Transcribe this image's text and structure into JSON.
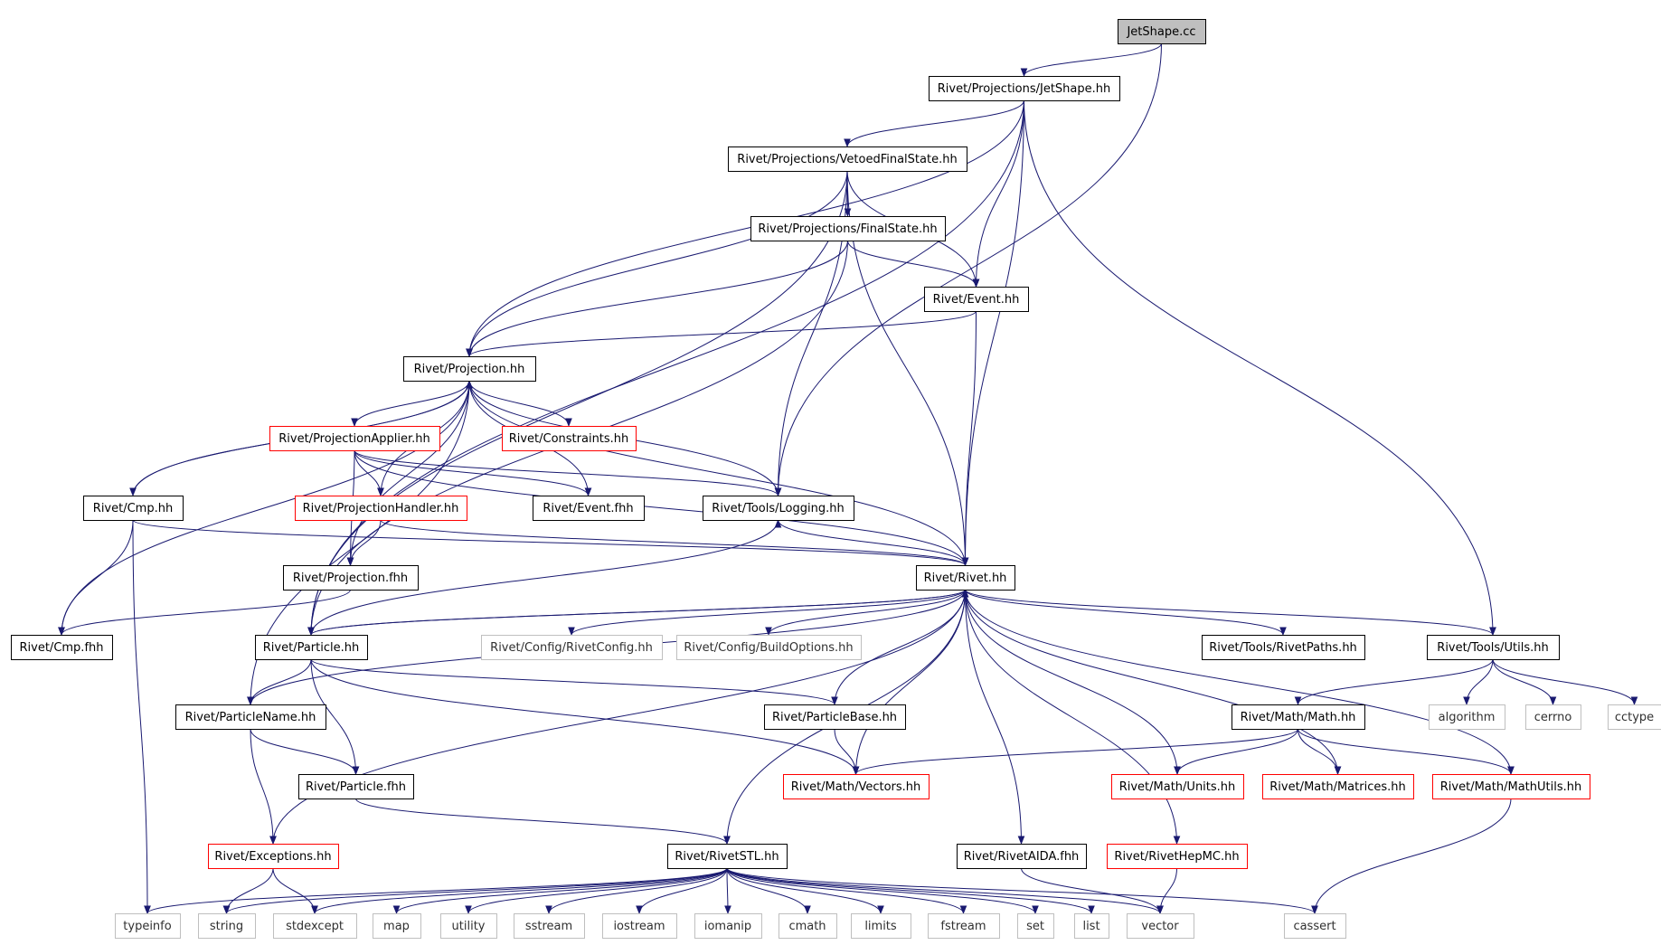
{
  "colors": {
    "edge": "#191970",
    "border_default": "#000000",
    "border_missing": "#ff0000",
    "border_system": "#bfbfbf",
    "root_fill": "#bfbfbf",
    "fill": "#ffffff"
  },
  "nodes": [
    {
      "id": "jetshape_cc",
      "label": "JetShape.cc",
      "kind": "root"
    },
    {
      "id": "proj_jetshape",
      "label": "Rivet/Projections/JetShape.hh",
      "kind": "default"
    },
    {
      "id": "proj_vetoed",
      "label": "Rivet/Projections/VetoedFinalState.hh",
      "kind": "default"
    },
    {
      "id": "proj_finalstate",
      "label": "Rivet/Projections/FinalState.hh",
      "kind": "default"
    },
    {
      "id": "event_hh",
      "label": "Rivet/Event.hh",
      "kind": "default"
    },
    {
      "id": "projection_hh",
      "label": "Rivet/Projection.hh",
      "kind": "default"
    },
    {
      "id": "projapplier",
      "label": "Rivet/ProjectionApplier.hh",
      "kind": "missing"
    },
    {
      "id": "constraints",
      "label": "Rivet/Constraints.hh",
      "kind": "missing"
    },
    {
      "id": "cmp_hh",
      "label": "Rivet/Cmp.hh",
      "kind": "default"
    },
    {
      "id": "projhandler",
      "label": "Rivet/ProjectionHandler.hh",
      "kind": "missing"
    },
    {
      "id": "event_fhh",
      "label": "Rivet/Event.fhh",
      "kind": "default"
    },
    {
      "id": "logging",
      "label": "Rivet/Tools/Logging.hh",
      "kind": "default"
    },
    {
      "id": "projection_fhh",
      "label": "Rivet/Projection.fhh",
      "kind": "default"
    },
    {
      "id": "rivet_hh",
      "label": "Rivet/Rivet.hh",
      "kind": "default"
    },
    {
      "id": "cmp_fhh",
      "label": "Rivet/Cmp.fhh",
      "kind": "default"
    },
    {
      "id": "particle_hh",
      "label": "Rivet/Particle.hh",
      "kind": "default"
    },
    {
      "id": "rivetconfig",
      "label": "Rivet/Config/RivetConfig.hh",
      "kind": "system"
    },
    {
      "id": "buildoptions",
      "label": "Rivet/Config/BuildOptions.hh",
      "kind": "system"
    },
    {
      "id": "rivetpaths",
      "label": "Rivet/Tools/RivetPaths.hh",
      "kind": "default"
    },
    {
      "id": "utils",
      "label": "Rivet/Tools/Utils.hh",
      "kind": "default"
    },
    {
      "id": "particlename",
      "label": "Rivet/ParticleName.hh",
      "kind": "default"
    },
    {
      "id": "particlebase",
      "label": "Rivet/ParticleBase.hh",
      "kind": "default"
    },
    {
      "id": "math_hh",
      "label": "Rivet/Math/Math.hh",
      "kind": "default"
    },
    {
      "id": "algorithm",
      "label": "algorithm",
      "kind": "system"
    },
    {
      "id": "cerrno",
      "label": "cerrno",
      "kind": "system"
    },
    {
      "id": "cctype",
      "label": "cctype",
      "kind": "system"
    },
    {
      "id": "particle_fhh",
      "label": "Rivet/Particle.fhh",
      "kind": "default"
    },
    {
      "id": "vectors",
      "label": "Rivet/Math/Vectors.hh",
      "kind": "missing"
    },
    {
      "id": "units",
      "label": "Rivet/Math/Units.hh",
      "kind": "missing"
    },
    {
      "id": "matrices",
      "label": "Rivet/Math/Matrices.hh",
      "kind": "missing"
    },
    {
      "id": "mathutils",
      "label": "Rivet/Math/MathUtils.hh",
      "kind": "missing"
    },
    {
      "id": "exceptions",
      "label": "Rivet/Exceptions.hh",
      "kind": "missing"
    },
    {
      "id": "rivetstl",
      "label": "Rivet/RivetSTL.hh",
      "kind": "default"
    },
    {
      "id": "rivetaida",
      "label": "Rivet/RivetAIDA.fhh",
      "kind": "default"
    },
    {
      "id": "rivethepmc",
      "label": "Rivet/RivetHepMC.hh",
      "kind": "missing"
    },
    {
      "id": "typeinfo",
      "label": "typeinfo",
      "kind": "system"
    },
    {
      "id": "string",
      "label": "string",
      "kind": "system"
    },
    {
      "id": "stdexcept",
      "label": "stdexcept",
      "kind": "system"
    },
    {
      "id": "map",
      "label": "map",
      "kind": "system"
    },
    {
      "id": "utility",
      "label": "utility",
      "kind": "system"
    },
    {
      "id": "sstream",
      "label": "sstream",
      "kind": "system"
    },
    {
      "id": "iostream",
      "label": "iostream",
      "kind": "system"
    },
    {
      "id": "iomanip",
      "label": "iomanip",
      "kind": "system"
    },
    {
      "id": "cmath",
      "label": "cmath",
      "kind": "system"
    },
    {
      "id": "limits",
      "label": "limits",
      "kind": "system"
    },
    {
      "id": "fstream",
      "label": "fstream",
      "kind": "system"
    },
    {
      "id": "set",
      "label": "set",
      "kind": "system"
    },
    {
      "id": "list",
      "label": "list",
      "kind": "system"
    },
    {
      "id": "vector",
      "label": "vector",
      "kind": "system"
    },
    {
      "id": "cassert",
      "label": "cassert",
      "kind": "system"
    }
  ],
  "edges": [
    [
      "jetshape_cc",
      "proj_jetshape"
    ],
    [
      "jetshape_cc",
      "logging"
    ],
    [
      "proj_jetshape",
      "proj_vetoed"
    ],
    [
      "proj_jetshape",
      "event_hh"
    ],
    [
      "proj_jetshape",
      "projection_hh"
    ],
    [
      "proj_jetshape",
      "particle_hh"
    ],
    [
      "proj_jetshape",
      "rivet_hh"
    ],
    [
      "proj_jetshape",
      "utils"
    ],
    [
      "proj_vetoed",
      "proj_finalstate"
    ],
    [
      "proj_vetoed",
      "event_hh"
    ],
    [
      "proj_vetoed",
      "projection_hh"
    ],
    [
      "proj_vetoed",
      "logging"
    ],
    [
      "proj_vetoed",
      "particle_hh"
    ],
    [
      "proj_vetoed",
      "rivet_hh"
    ],
    [
      "proj_finalstate",
      "event_hh"
    ],
    [
      "proj_finalstate",
      "projection_hh"
    ],
    [
      "proj_finalstate",
      "particle_hh"
    ],
    [
      "event_hh",
      "projection_hh"
    ],
    [
      "event_hh",
      "rivet_hh"
    ],
    [
      "projection_hh",
      "projapplier"
    ],
    [
      "projection_hh",
      "constraints"
    ],
    [
      "projection_hh",
      "cmp_hh"
    ],
    [
      "projection_hh",
      "projhandler"
    ],
    [
      "projection_hh",
      "event_fhh"
    ],
    [
      "projection_hh",
      "logging"
    ],
    [
      "projection_hh",
      "projection_fhh"
    ],
    [
      "projection_hh",
      "rivet_hh"
    ],
    [
      "projection_hh",
      "cmp_fhh"
    ],
    [
      "projection_hh",
      "particlename"
    ],
    [
      "projapplier",
      "projhandler"
    ],
    [
      "projapplier",
      "event_fhh"
    ],
    [
      "projapplier",
      "logging"
    ],
    [
      "projapplier",
      "projection_fhh"
    ],
    [
      "projapplier",
      "rivet_hh"
    ],
    [
      "cmp_hh",
      "projection_hh"
    ],
    [
      "cmp_hh",
      "cmp_fhh"
    ],
    [
      "cmp_hh",
      "rivet_hh"
    ],
    [
      "cmp_hh",
      "typeinfo"
    ],
    [
      "projhandler",
      "projection_fhh"
    ],
    [
      "projhandler",
      "rivet_hh"
    ],
    [
      "logging",
      "rivet_hh"
    ],
    [
      "projection_fhh",
      "cmp_fhh"
    ],
    [
      "rivet_hh",
      "particle_hh"
    ],
    [
      "rivet_hh",
      "rivetconfig"
    ],
    [
      "rivet_hh",
      "buildoptions"
    ],
    [
      "rivet_hh",
      "rivetpaths"
    ],
    [
      "rivet_hh",
      "utils"
    ],
    [
      "rivet_hh",
      "particlename"
    ],
    [
      "rivet_hh",
      "vectors"
    ],
    [
      "rivet_hh",
      "units"
    ],
    [
      "rivet_hh",
      "matrices"
    ],
    [
      "rivet_hh",
      "mathutils"
    ],
    [
      "rivet_hh",
      "exceptions"
    ],
    [
      "rivet_hh",
      "rivetstl"
    ],
    [
      "rivet_hh",
      "rivetaida"
    ],
    [
      "rivet_hh",
      "rivethepmc"
    ],
    [
      "particle_hh",
      "rivet_hh"
    ],
    [
      "particle_hh",
      "logging"
    ],
    [
      "particle_hh",
      "particlename"
    ],
    [
      "particle_hh",
      "particle_fhh"
    ],
    [
      "particle_hh",
      "particlebase"
    ],
    [
      "particle_hh",
      "vectors"
    ],
    [
      "particlebase",
      "rivet_hh"
    ],
    [
      "particlebase",
      "vectors"
    ],
    [
      "particlename",
      "particle_fhh"
    ],
    [
      "particlename",
      "exceptions"
    ],
    [
      "particle_fhh",
      "rivetstl"
    ],
    [
      "utils",
      "math_hh"
    ],
    [
      "utils",
      "algorithm"
    ],
    [
      "utils",
      "cerrno"
    ],
    [
      "utils",
      "cctype"
    ],
    [
      "math_hh",
      "vectors"
    ],
    [
      "math_hh",
      "units"
    ],
    [
      "math_hh",
      "matrices"
    ],
    [
      "math_hh",
      "mathutils"
    ],
    [
      "mathutils",
      "cassert"
    ],
    [
      "exceptions",
      "string"
    ],
    [
      "exceptions",
      "stdexcept"
    ],
    [
      "rivetstl",
      "typeinfo"
    ],
    [
      "rivetstl",
      "string"
    ],
    [
      "rivetstl",
      "stdexcept"
    ],
    [
      "rivetstl",
      "map"
    ],
    [
      "rivetstl",
      "utility"
    ],
    [
      "rivetstl",
      "sstream"
    ],
    [
      "rivetstl",
      "iostream"
    ],
    [
      "rivetstl",
      "iomanip"
    ],
    [
      "rivetstl",
      "cmath"
    ],
    [
      "rivetstl",
      "limits"
    ],
    [
      "rivetstl",
      "fstream"
    ],
    [
      "rivetstl",
      "set"
    ],
    [
      "rivetstl",
      "list"
    ],
    [
      "rivetstl",
      "vector"
    ],
    [
      "rivetstl",
      "cassert"
    ],
    [
      "rivetaida",
      "vector"
    ],
    [
      "rivethepmc",
      "vector"
    ]
  ]
}
